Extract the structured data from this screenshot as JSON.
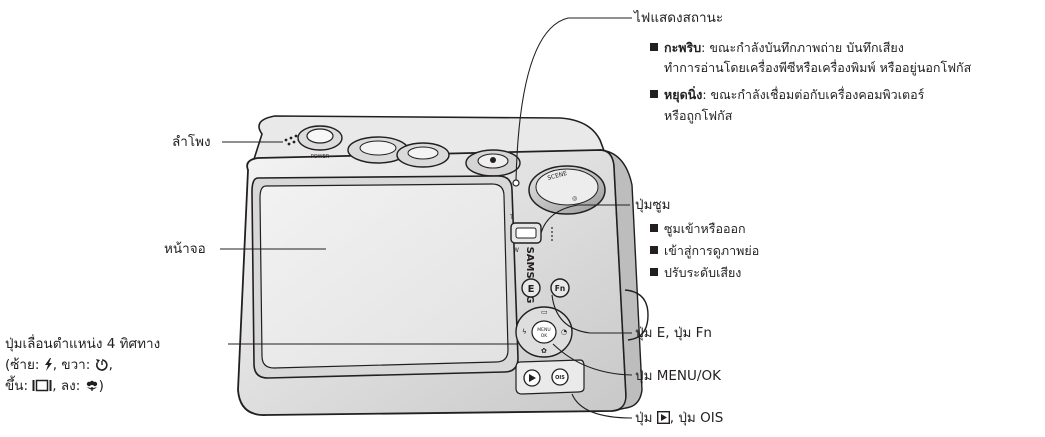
{
  "labels": {
    "status_lamp": "ไฟแสดงสถานะ",
    "blink_title": "กะพริบ",
    "blink_text_1": ": ขณะกำลังบันทึกภาพถ่าย บันทึกเสียง",
    "blink_text_2": "ทำการอ่านโดยเครื่องพีซีหรือเครื่องพิมพ์ หรืออยู่นอกโฟกัส",
    "steady_title": "หยุดนิ่ง",
    "steady_text_1": ": ขณะกำลังเชื่อมต่อกับเครื่องคอมพิวเตอร์",
    "steady_text_2": "หรือถูกโฟกัส",
    "speaker": "ลำโพง",
    "zoom_button": "ปุ่มซูม",
    "zoom_item_1": "ซูมเข้าหรือออก",
    "zoom_item_2": "เข้าสู่การดูภาพย่อ",
    "zoom_item_3": "ปรับระดับเสียง",
    "screen": "หน้าจอ",
    "e_fn_button": "ปุ่ม E, ปุ่ม Fn",
    "nav_button": "ปุ่มเลื่อนตำแหน่ง 4 ทิศทาง",
    "nav_left": "(ซ้าย: ",
    "nav_right": ", ขวา: ",
    "nav_right_end": ",",
    "nav_up": "ขึ้น: ",
    "nav_down": ", ลง: ",
    "nav_down_end": ")",
    "menu_ok": "ปุ่ม MENU/OK",
    "play_ois_prefix": "ปุ่ม ",
    "play_ois_suffix": ", ปุ่ม OIS"
  },
  "camera": {
    "brand": "SAMSUNG",
    "power_label": "POWER",
    "menu_label": "MENU",
    "ok_label": "OK",
    "e_label": "E",
    "fn_label": "Fn",
    "ois_label": "OIS",
    "zoom_t": "T",
    "zoom_w": "W"
  }
}
